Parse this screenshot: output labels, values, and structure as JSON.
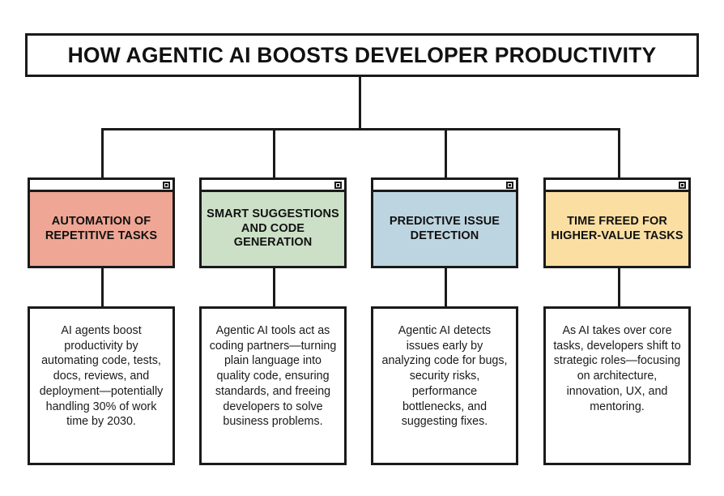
{
  "diagram": {
    "title": "HOW AGENTIC AI BOOSTS DEVELOPER PRODUCTIVITY",
    "window_button_icon": "maximize-square-icon",
    "line_color": "#1a1a1a",
    "background": "#ffffff",
    "columns": [
      {
        "heading": "AUTOMATION OF REPETITIVE TASKS",
        "color": "#EFA694",
        "description": "AI agents boost productivity by automating code, tests, docs, reviews, and deployment—potentially handling 30% of work time by 2030."
      },
      {
        "heading": "SMART SUGGESTIONS AND CODE GENERATION",
        "color": "#CCE0C8",
        "description": "Agentic AI tools act as coding partners—turning plain language into quality code, ensuring standards, and freeing developers to solve business problems."
      },
      {
        "heading": "PREDICTIVE ISSUE DETECTION",
        "color": "#BDD5E0",
        "description": "Agentic AI detects issues early by analyzing code for bugs, security risks, performance bottlenecks, and suggesting fixes."
      },
      {
        "heading": "TIME FREED FOR HIGHER-VALUE TASKS",
        "color": "#FBDFA2",
        "description": "As AI takes over core tasks, developers shift to strategic roles—focusing on architecture, innovation, UX, and mentoring."
      }
    ]
  }
}
